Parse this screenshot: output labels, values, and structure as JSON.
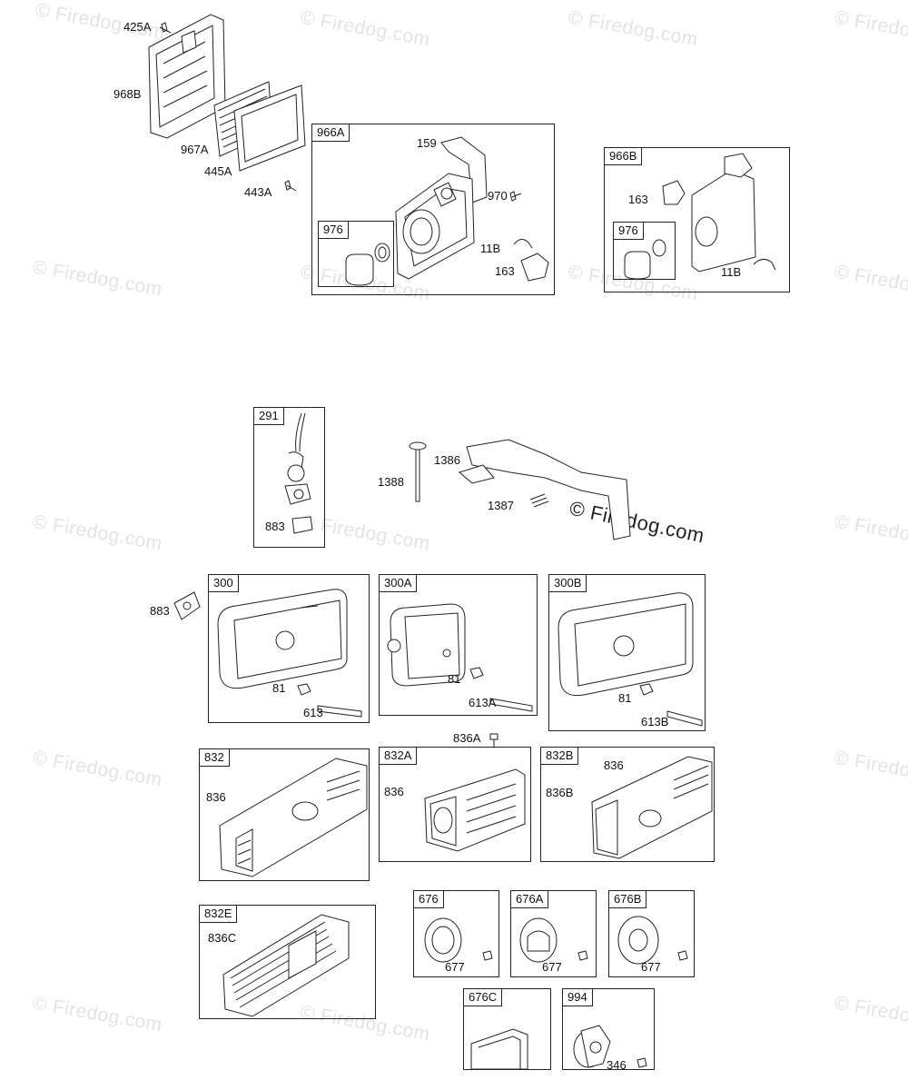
{
  "watermark": {
    "text": "© Firedog.com"
  },
  "groups": {
    "g966A": "966A",
    "g976a": "976",
    "g966B": "966B",
    "g976b": "976",
    "g291": "291",
    "g300": "300",
    "g300A": "300A",
    "g300B": "300B",
    "g832": "832",
    "g832A": "832A",
    "g832B": "832B",
    "g832E": "832E",
    "g676": "676",
    "g676A": "676A",
    "g676B": "676B",
    "g676C": "676C",
    "g994": "994"
  },
  "callouts": {
    "c425A": "425A",
    "c968B": "968B",
    "c967A": "967A",
    "c445A": "445A",
    "c443A": "443A",
    "c159": "159",
    "c970": "970",
    "c11B_a": "11B",
    "c163_a": "163",
    "c163_b": "163",
    "c11B_b": "11B",
    "c1388": "1388",
    "c1386": "1386",
    "c1387": "1387",
    "c883_a": "883",
    "c883_b": "883",
    "c81_a": "81",
    "c613": "613",
    "c81_b": "81",
    "c613A": "613A",
    "c81_c": "81",
    "c613B": "613B",
    "c836A": "836A",
    "c836_a": "836",
    "c836_b": "836",
    "c836_c": "836",
    "c836B": "836B",
    "c836C": "836C",
    "c677_a": "677",
    "c677_b": "677",
    "c677_c": "677",
    "c346": "346"
  }
}
